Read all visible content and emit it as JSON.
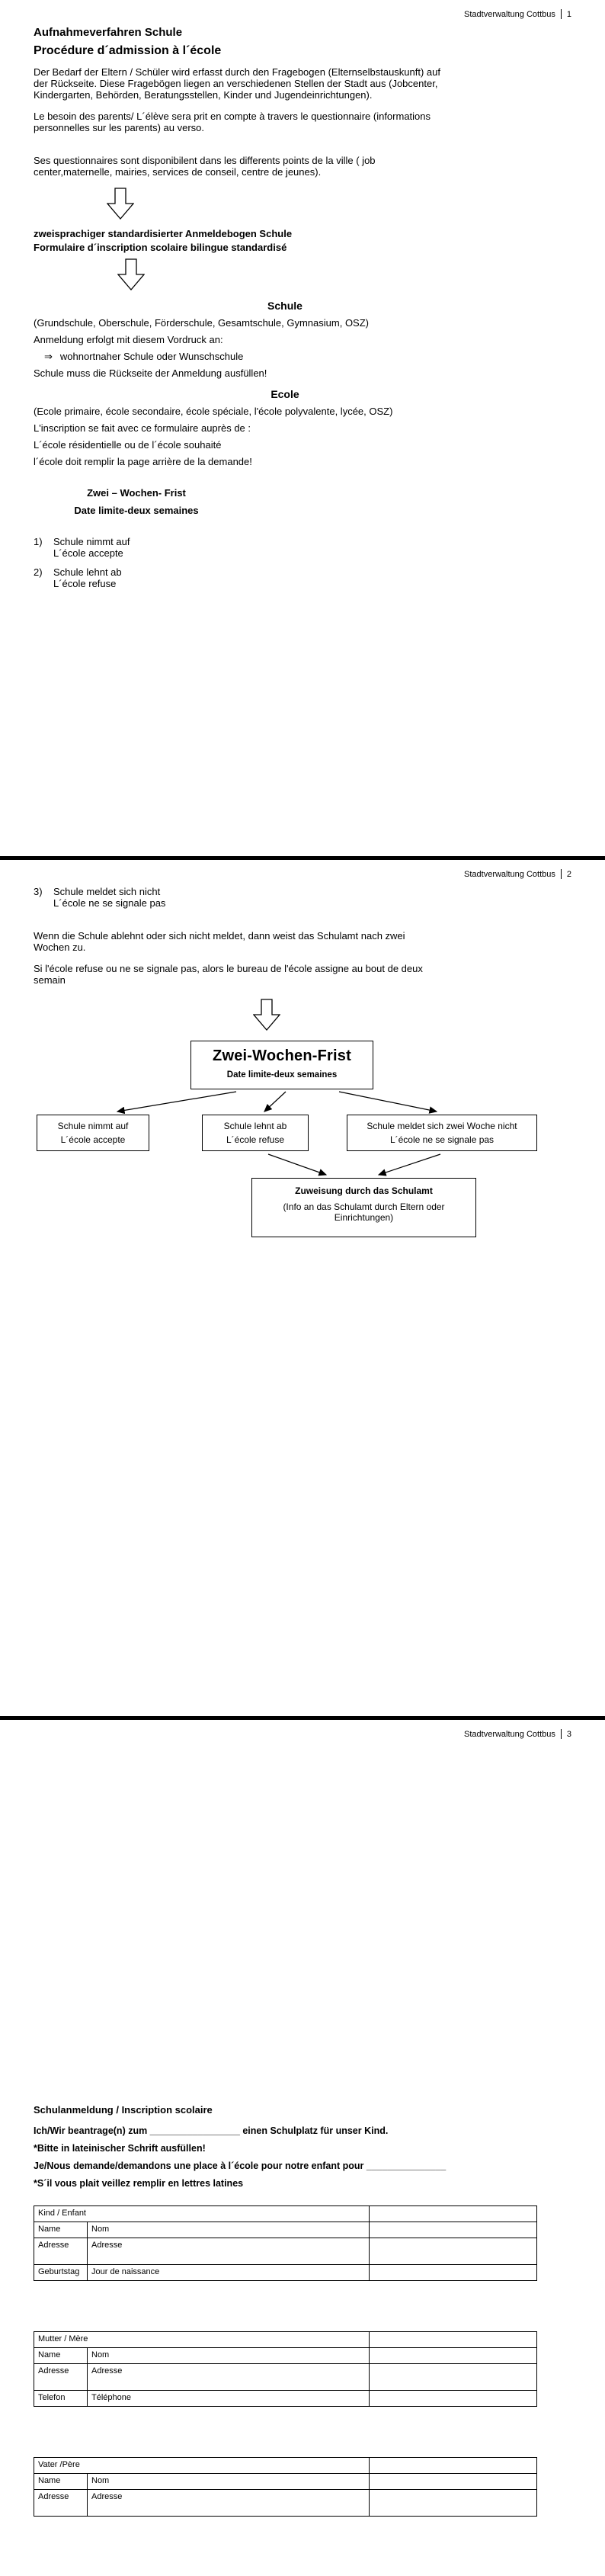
{
  "header": {
    "text": "Stadtverwaltung Cottbus"
  },
  "page1": {
    "page_number": "1",
    "title_de": "Aufnahmeverfahren Schule",
    "title_fr": "Procédure d´admission à l´école",
    "para1": "Der Bedarf der Eltern / Schüler wird erfasst durch den Fragebogen (Elternselbstauskunft) auf\nder Rückseite. Diese Fragebögen liegen an verschiedenen Stellen der Stadt aus (Jobcenter,\nKindergarten, Behörden, Beratungsstellen, Kinder und Jugendeinrichtungen).",
    "para2": "Le besoin des parents/ L´élève sera prit en compte à travers le questionnaire (informations\npersonnelles sur les parents) au verso.",
    "para3": "Ses questionnaires sont disponibilent dans les differents points de la ville ( job\ncenter,maternelle, mairies, services de conseil, centre de jeunes).",
    "form_label_de": "zweisprachiger standardisierter Anmeldebogen Schule",
    "form_label_fr": "Formulaire d´inscription  scolaire bilingue standardisé",
    "schule_heading": "Schule",
    "schule_types": "(Grundschule, Oberschule, Förderschule, Gesamtschule, Gymnasium, OSZ)",
    "schule_line1": "Anmeldung erfolgt mit diesem Vordruck an:",
    "schule_arrow_glyph": "⇒",
    "schule_arrow_item": "wohnortnaher Schule oder Wunschschule",
    "schule_line2": "Schule muss die Rückseite der Anmeldung ausfüllen!",
    "ecole_heading": "Ecole",
    "ecole_types": "(Ecole primaire, école secondaire, école spéciale, l'école polyvalente, lycée, OSZ)",
    "ecole_line1": "L'inscription se fait avec ce formulaire auprès  de :",
    "ecole_line2": "L´école résidentielle ou de l´école souhaité",
    "ecole_line3": "l´école doit remplir la page arrière de la demande!",
    "frist_de": "Zwei – Wochen- Frist",
    "frist_fr": "Date limite-deux semaines",
    "list": [
      {
        "num": "1)",
        "de": "Schule nimmt auf",
        "fr": "L´école accepte"
      },
      {
        "num": "2)",
        "de": "Schule lehnt ab",
        "fr": "L´école refuse"
      }
    ]
  },
  "page2": {
    "page_number": "2",
    "item3": {
      "num": "3)",
      "de": "Schule meldet sich nicht",
      "fr": "L´école ne se signale pas"
    },
    "para1": "Wenn die Schule ablehnt oder sich nicht meldet, dann weist das Schulamt nach zwei\nWochen zu.",
    "para2": "Si l'école refuse ou ne se signale pas, alors le bureau de l'école assigne au bout de deux\nsemain",
    "flow": {
      "main_title": "Zwei-Wochen-Frist",
      "main_subtitle": "Date limite-deux semaines",
      "box1_de": "Schule nimmt auf",
      "box1_fr": "L´école accepte",
      "box2_de": "Schule lehnt ab",
      "box2_fr": "L´école refuse",
      "box3_de": "Schule meldet sich zwei Woche nicht",
      "box3_fr": "L´école ne se signale pas",
      "result_title": "Zuweisung durch das Schulamt",
      "result_sub": "(Info an das Schulamt durch Eltern oder\nEinrichtungen)"
    }
  },
  "page3": {
    "page_number": "3",
    "form_title": "Schulanmeldung / Inscription scolaire",
    "line1": "Ich/Wir beantrage(n) zum _________________ einen Schulplatz für unser Kind.",
    "line2": "*Bitte  in lateinischer Schrift ausfüllen!",
    "line3": "Je/Nous demande/demandons une place à l´école pour notre enfant pour _______________",
    "line4": "*S´il vous plait veillez remplir en lettres latines",
    "tables": [
      {
        "header": "Kind / Enfant",
        "rows": [
          {
            "de": "Name",
            "fr": "Nom",
            "value": ""
          },
          {
            "de": "Adresse",
            "fr": "Adresse",
            "value": ""
          },
          {
            "de": "Geburtstag",
            "fr": "Jour de naissance",
            "value": ""
          }
        ]
      },
      {
        "header": "Mutter / Mère",
        "rows": [
          {
            "de": "Name",
            "fr": "Nom",
            "value": ""
          },
          {
            "de": "Adresse",
            "fr": "Adresse",
            "value": ""
          },
          {
            "de": "Telefon",
            "fr": "Téléphone",
            "value": ""
          }
        ]
      },
      {
        "header": "Vater /Père",
        "rows": [
          {
            "de": "Name",
            "fr": "Nom",
            "value": ""
          },
          {
            "de": "Adresse",
            "fr": "Adresse",
            "value": ""
          }
        ]
      }
    ]
  }
}
